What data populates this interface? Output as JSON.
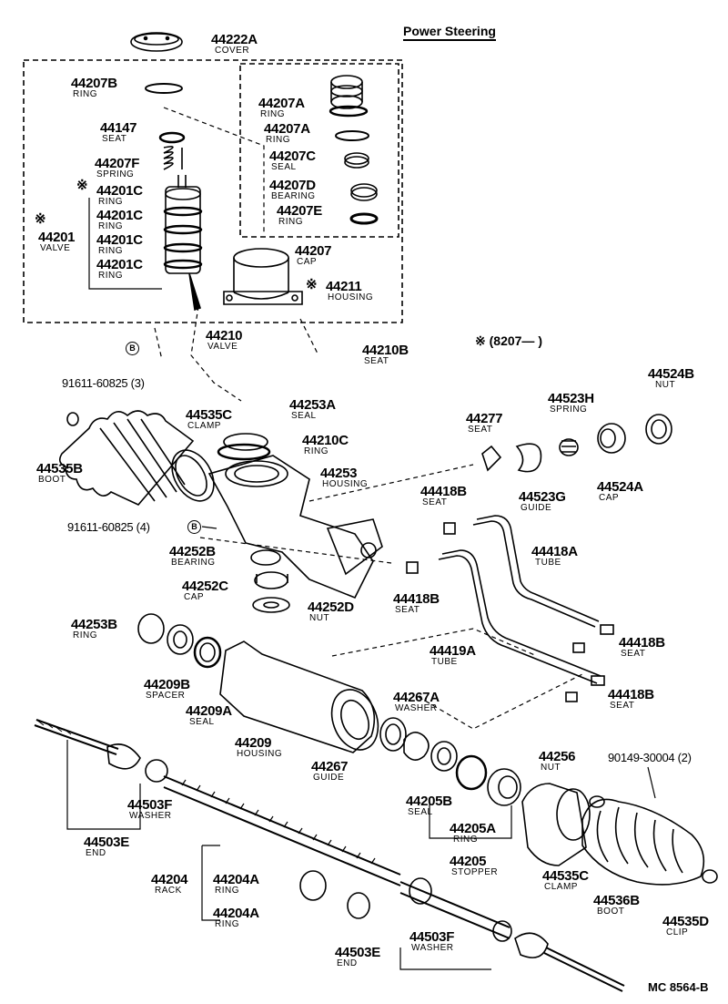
{
  "title": "Power Steering",
  "footer_code": "MC 8564-B",
  "note": "※ (8207―     )",
  "bolt_ref_1": "91611-60825 (3)",
  "bolt_ref_2": "91611-60825 (4)",
  "bolt_ref_3": "90149-30004 (2)",
  "b_symbol": "B",
  "asterisk": "※",
  "parts": [
    {
      "id": "p44222A",
      "no": "44222A",
      "name": "COVER"
    },
    {
      "id": "p44207B",
      "no": "44207B",
      "name": "RING"
    },
    {
      "id": "p44207A1",
      "no": "44207A",
      "name": "RING"
    },
    {
      "id": "p44207A2",
      "no": "44207A",
      "name": "RING"
    },
    {
      "id": "p44147",
      "no": "44147",
      "name": "SEAT"
    },
    {
      "id": "p44207C",
      "no": "44207C",
      "name": "SEAL"
    },
    {
      "id": "p44207F",
      "no": "44207F",
      "name": "SPRING"
    },
    {
      "id": "p44207D",
      "no": "44207D",
      "name": "BEARING"
    },
    {
      "id": "p44201C1",
      "no": "44201C",
      "name": "RING"
    },
    {
      "id": "p44201C2",
      "no": "44201C",
      "name": "RING"
    },
    {
      "id": "p44201C3",
      "no": "44201C",
      "name": "RING"
    },
    {
      "id": "p44201C4",
      "no": "44201C",
      "name": "RING"
    },
    {
      "id": "p44207E",
      "no": "44207E",
      "name": "RING"
    },
    {
      "id": "p44201",
      "no": "44201",
      "name": "VALVE"
    },
    {
      "id": "p44207",
      "no": "44207",
      "name": "CAP"
    },
    {
      "id": "p44211",
      "no": "44211",
      "name": "HOUSING"
    },
    {
      "id": "p44210",
      "no": "44210",
      "name": "VALVE"
    },
    {
      "id": "p44210B",
      "no": "44210B",
      "name": "SEAT"
    },
    {
      "id": "p44524B",
      "no": "44524B",
      "name": "NUT"
    },
    {
      "id": "p44523H",
      "no": "44523H",
      "name": "SPRING"
    },
    {
      "id": "p44253A",
      "no": "44253A",
      "name": "SEAL"
    },
    {
      "id": "p44535C1",
      "no": "44535C",
      "name": "CLAMP"
    },
    {
      "id": "p44277",
      "no": "44277",
      "name": "SEAT"
    },
    {
      "id": "p44210C",
      "no": "44210C",
      "name": "RING"
    },
    {
      "id": "p44535B",
      "no": "44535B",
      "name": "BOOT"
    },
    {
      "id": "p44253",
      "no": "44253",
      "name": "HOUSING"
    },
    {
      "id": "p44524A",
      "no": "44524A",
      "name": "CAP"
    },
    {
      "id": "p44523G",
      "no": "44523G",
      "name": "GUIDE"
    },
    {
      "id": "p44418B1",
      "no": "44418B",
      "name": "SEAT"
    },
    {
      "id": "p44418A",
      "no": "44418A",
      "name": "TUBE"
    },
    {
      "id": "p44252B",
      "no": "44252B",
      "name": "BEARING"
    },
    {
      "id": "p44252C",
      "no": "44252C",
      "name": "CAP"
    },
    {
      "id": "p44418B2",
      "no": "44418B",
      "name": "SEAT"
    },
    {
      "id": "p44252D",
      "no": "44252D",
      "name": "NUT"
    },
    {
      "id": "p44253B",
      "no": "44253B",
      "name": "RING"
    },
    {
      "id": "p44418B3",
      "no": "44418B",
      "name": "SEAT"
    },
    {
      "id": "p44419A",
      "no": "44419A",
      "name": "TUBE"
    },
    {
      "id": "p44209B",
      "no": "44209B",
      "name": "SPACER"
    },
    {
      "id": "p44418B4",
      "no": "44418B",
      "name": "SEAT"
    },
    {
      "id": "p44267A",
      "no": "44267A",
      "name": "WASHER"
    },
    {
      "id": "p44209A",
      "no": "44209A",
      "name": "SEAL"
    },
    {
      "id": "p44209",
      "no": "44209",
      "name": "HOUSING"
    },
    {
      "id": "p44267",
      "no": "44267",
      "name": "GUIDE"
    },
    {
      "id": "p44256",
      "no": "44256",
      "name": "NUT"
    },
    {
      "id": "p44503F1",
      "no": "44503F",
      "name": "WASHER"
    },
    {
      "id": "p44205B",
      "no": "44205B",
      "name": "SEAL"
    },
    {
      "id": "p44205A",
      "no": "44205A",
      "name": "RING"
    },
    {
      "id": "p44503E1",
      "no": "44503E",
      "name": "END"
    },
    {
      "id": "p44205",
      "no": "44205",
      "name": "STOPPER"
    },
    {
      "id": "p44535C2",
      "no": "44535C",
      "name": "CLAMP"
    },
    {
      "id": "p44204",
      "no": "44204",
      "name": "RACK"
    },
    {
      "id": "p44204A1",
      "no": "44204A",
      "name": "RING"
    },
    {
      "id": "p44536B",
      "no": "44536B",
      "name": "BOOT"
    },
    {
      "id": "p44204A2",
      "no": "44204A",
      "name": "RING"
    },
    {
      "id": "p44535D",
      "no": "44535D",
      "name": "CLIP"
    },
    {
      "id": "p44503F2",
      "no": "44503F",
      "name": "WASHER"
    },
    {
      "id": "p44503E2",
      "no": "44503E",
      "name": "END"
    }
  ]
}
